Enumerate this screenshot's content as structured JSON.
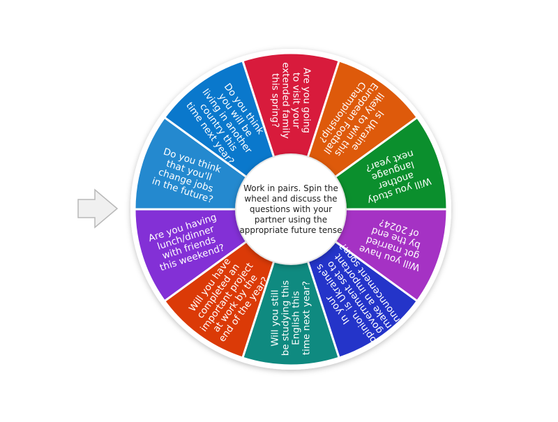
{
  "wheel": {
    "center_text": "Work in pairs. Spin the wheel and discuss the questions with your partner using the appropriate future tense",
    "segments": [
      {
        "lines": [
          "Are you going",
          "to visit your",
          "extended family",
          "this spring?"
        ],
        "color": "#d81b3c"
      },
      {
        "lines": [
          "Is Ukraine",
          "likely to win this",
          "European Football",
          "Championship?"
        ],
        "color": "#de5a0b"
      },
      {
        "lines": [
          "Will you study",
          "another",
          "language",
          "next year?"
        ],
        "color": "#0b8f2d"
      },
      {
        "lines": [
          "Will you have",
          "got married",
          "by the end",
          "of 2024?"
        ],
        "color": "#a532c4"
      },
      {
        "lines": [
          "In your",
          "opinion, is Ukraine's",
          "government set to",
          "make an important",
          "announcement soon?"
        ],
        "color": "#2434c9"
      },
      {
        "lines": [
          "Will you still",
          "be studying this",
          "English this",
          "time next year?"
        ],
        "color": "#0f8a80"
      },
      {
        "lines": [
          "Will you have",
          "completed an",
          "important project",
          "at work by the",
          "end of the year?"
        ],
        "color": "#db3a07"
      },
      {
        "lines": [
          "Are you having",
          "lunch/dinner",
          "with friends",
          "this weekend?"
        ],
        "color": "#8330d6"
      },
      {
        "lines": [
          "Do you think",
          "that you'll",
          "change jobs",
          "in the future?"
        ],
        "color": "#2489cf"
      },
      {
        "lines": [
          "Do you think",
          "you will be",
          "living in another",
          "country this",
          "time next year?"
        ],
        "color": "#0a78cc"
      }
    ]
  },
  "pointer": {
    "icon": "arrow-right-icon",
    "color": "#f0f0f0"
  }
}
